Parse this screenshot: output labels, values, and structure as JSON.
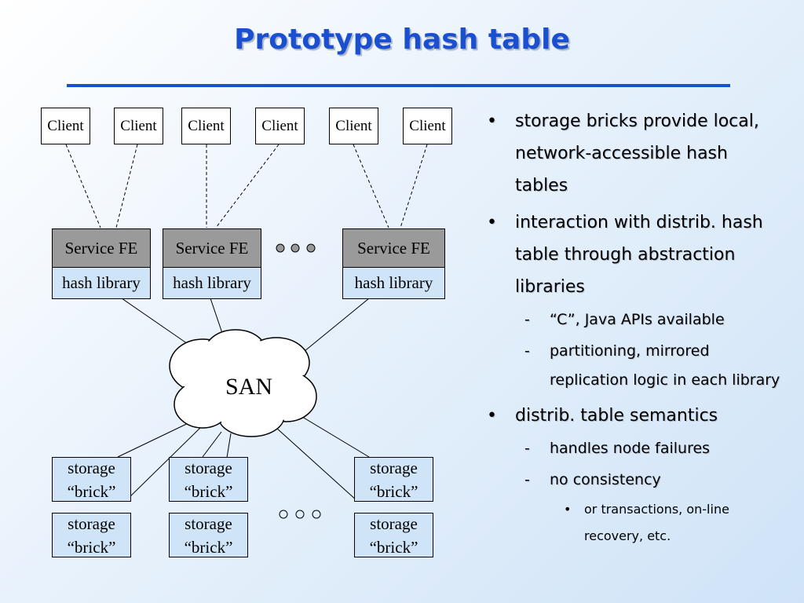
{
  "title": "Prototype hash table",
  "diagram": {
    "clients": [
      "Client",
      "Client",
      "Client",
      "Client",
      "Client",
      "Client"
    ],
    "frontends": [
      {
        "service": "Service FE",
        "library": "hash library"
      },
      {
        "service": "Service FE",
        "library": "hash library"
      },
      {
        "service": "Service FE",
        "library": "hash library"
      }
    ],
    "network": "SAN",
    "bricks": [
      {
        "line1": "storage",
        "line2": "“brick”"
      },
      {
        "line1": "storage",
        "line2": "“brick”"
      },
      {
        "line1": "storage",
        "line2": "“brick”"
      },
      {
        "line1": "storage",
        "line2": "“brick”"
      },
      {
        "line1": "storage",
        "line2": "“brick”"
      },
      {
        "line1": "storage",
        "line2": "“brick”"
      }
    ]
  },
  "bullets": [
    {
      "text": "storage bricks provide local, network-accessible hash tables"
    },
    {
      "text": "interaction with distrib. hash table through abstraction libraries",
      "sub": [
        {
          "text": "“C”, Java APIs available"
        },
        {
          "text": "partitioning, mirrored replication logic in each library"
        }
      ]
    },
    {
      "text": "distrib. table semantics",
      "sub": [
        {
          "text": "handles node failures"
        },
        {
          "text": "no consistency",
          "sub": [
            {
              "text": "or transactions, on-line recovery, etc."
            }
          ]
        }
      ]
    }
  ],
  "markers": {
    "level1": "•",
    "level2": "-",
    "level3": "•"
  },
  "colors": {
    "title": "#1a4fd0",
    "fe_fill": "#9a9a9a",
    "library_fill": "#cfe5f7",
    "brick_fill": "#cfe5f7"
  }
}
